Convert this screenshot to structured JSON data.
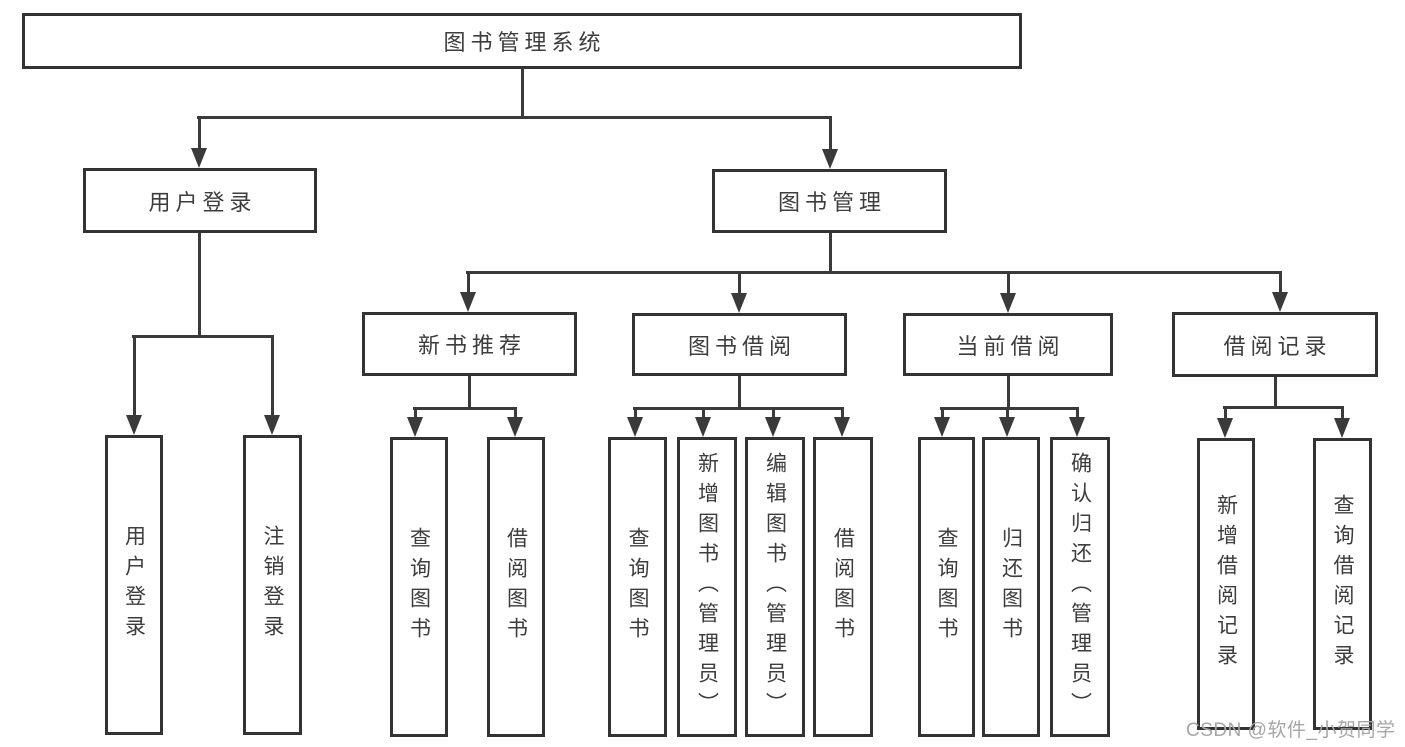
{
  "diagram": {
    "title_note": "library management system function structure chart",
    "root": {
      "label": "图书管理系统"
    },
    "level2": [
      {
        "label": "用户登录"
      },
      {
        "label": "图书管理"
      }
    ],
    "level3": [
      {
        "label": "新书推荐"
      },
      {
        "label": "图书借阅"
      },
      {
        "label": "当前借阅"
      },
      {
        "label": "借阅记录"
      }
    ],
    "leaves": {
      "user_login": [
        "用户登录",
        "注销登录"
      ],
      "new_book": [
        "查询图书",
        "借阅图书"
      ],
      "book_borrow": [
        "查询图书",
        "新增图书（管理员）",
        "编辑图书（管理员）",
        "借阅图书"
      ],
      "current_borrow": [
        "查询图书",
        "归还图书",
        "确认归还（管理员）"
      ],
      "borrow_record": [
        "新增借阅记录",
        "查询借阅记录"
      ]
    }
  },
  "watermark": "CSDN @软件_小贺同学",
  "colors": {
    "line": "#3a3a3a",
    "border": "#333333",
    "text": "#3d3d3d",
    "watermark": "#a6a6a6",
    "background": "#ffffff"
  }
}
